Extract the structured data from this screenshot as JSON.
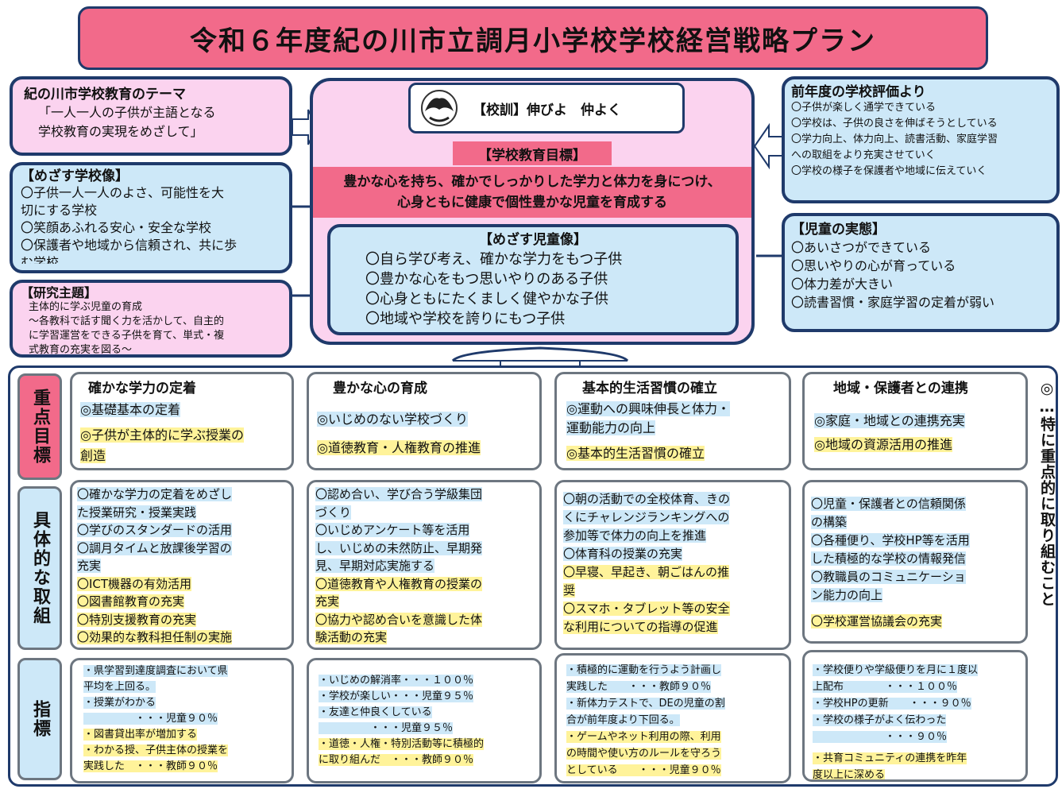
{
  "title": "令和６年度紀の川市立調月小学校学校経営戦略プラン",
  "theme": {
    "heading": "紀の川市学校教育のテーマ",
    "lines": [
      "「一人一人の子供が主語となる",
      "学校教育の実現をめざして」"
    ]
  },
  "school_image": {
    "heading": "【めざす学校像】",
    "lines": [
      "〇子供一人一人のよさ、可能性を大",
      "切にする学校",
      "〇笑顔あふれる安心・安全な学校",
      "〇保護者や地域から信頼され、共に歩",
      "む学校"
    ]
  },
  "research": {
    "heading": "【研究主題】",
    "lines": [
      "主体的に学ぶ児童の育成",
      "～各教科で話す聞く力を活かして、自主的",
      "に学習運営をできる子供を育て、単式・複",
      "式教育の充実を図る～"
    ]
  },
  "motto": {
    "label": "【校訓】伸びよ　仲よく"
  },
  "goal": {
    "heading": "【学校教育目標】",
    "lines": [
      "豊かな心を持ち、確かでしっかりした学力と体力を身につけ、",
      "心身ともに健康で個性豊かな児童を育成する"
    ]
  },
  "child_image": {
    "heading": "【めざす児童像】",
    "lines": [
      "〇自ら学び考え、確かな学力をもつ子供",
      "〇豊かな心をもつ思いやりのある子供",
      "〇心身ともにたくましく健やかな子供",
      "〇地域や学校を誇りにもつ子供"
    ]
  },
  "prev_eval": {
    "heading": "前年度の学校評価より",
    "lines": [
      "〇子供が楽しく通学できている",
      "〇学校は、子供の良さを伸ばそうとしている",
      "〇学力向上、体力向上、読書活動、家庭学習",
      "への取組をより充実させていく",
      "〇学校の様子を保護者や地域に伝えていく"
    ]
  },
  "actual": {
    "heading": "【児童の実態】",
    "lines": [
      "〇あいさつができている",
      "〇思いやりの心が育っている",
      "〇体力差が大きい",
      "〇読書習慣・家庭学習の定着が弱い"
    ]
  },
  "row_labels": {
    "focus": "重点目標",
    "actions": "具体的な取組",
    "indicators": "指標"
  },
  "side_note": "◎…特に重点的に取り組むこと",
  "columns": [
    {
      "title": "確かな学力の定着",
      "focus": [
        {
          "text": "◎基礎基本の定着",
          "hl": "b"
        },
        {
          "text": "◎子供が主体的に学ぶ授業の",
          "hl": "y"
        },
        {
          "text": "創造",
          "hl": "y"
        }
      ],
      "actions": [
        {
          "text": "〇確かな学力の定着をめざし",
          "hl": "b"
        },
        {
          "text": "た授業研究・授業実践",
          "hl": "b"
        },
        {
          "text": "〇学びのスタンダードの活用",
          "hl": "b"
        },
        {
          "text": "〇調月タイムと放課後学習の",
          "hl": "b"
        },
        {
          "text": "充実",
          "hl": "b"
        },
        {
          "text": "〇ICT機器の有効活用",
          "hl": "y"
        },
        {
          "text": "〇図書館教育の充実",
          "hl": "y"
        },
        {
          "text": "〇特別支援教育の充実",
          "hl": "y"
        },
        {
          "text": "〇効果的な教科担任制の実施",
          "hl": "y"
        }
      ],
      "indicators": [
        {
          "text": "・県学習到達度調査において県",
          "hl": "b"
        },
        {
          "text": "平均を上回る。",
          "hl": "b"
        },
        {
          "text": "・授業がわかる",
          "hl": "b"
        },
        {
          "text": "　　　　　・・・児童９０％",
          "hl": "b"
        },
        {
          "text": "・図書貸出率が増加する",
          "hl": "y"
        },
        {
          "text": "・わかる授、子供主体の授業を",
          "hl": "y"
        },
        {
          "text": "実践した　・・・教師９０％",
          "hl": "y"
        }
      ]
    },
    {
      "title": "豊かな心の育成",
      "focus": [
        {
          "text": "◎いじめのない学校づくり",
          "hl": "b"
        },
        {
          "text": "◎道徳教育・人権教育の推進",
          "hl": "y"
        }
      ],
      "actions": [
        {
          "text": "〇認め合い、学び合う学級集団",
          "hl": "b"
        },
        {
          "text": "づくり",
          "hl": "b"
        },
        {
          "text": "〇いじめアンケート等を活用",
          "hl": "b"
        },
        {
          "text": "し、いじめの未然防止、早期発",
          "hl": "b"
        },
        {
          "text": "見、早期対応実施する",
          "hl": "b"
        },
        {
          "text": "〇道徳教育や人権教育の授業の",
          "hl": "y"
        },
        {
          "text": "充実",
          "hl": "y"
        },
        {
          "text": "〇協力や認め合いを意識した体",
          "hl": "y"
        },
        {
          "text": "験活動の充実",
          "hl": "y"
        }
      ],
      "indicators": [
        {
          "text": "・いじめの解消率・・・１００％",
          "hl": "b"
        },
        {
          "text": "・学校が楽しい・・・児童９５％",
          "hl": "b"
        },
        {
          "text": "・友達と仲良くしている",
          "hl": "b"
        },
        {
          "text": "　　　　　・・・児童９５％",
          "hl": "b"
        },
        {
          "text": "・道徳・人権・特別活動等に積極的",
          "hl": "y"
        },
        {
          "text": "に取り組んだ　・・・教師９０％",
          "hl": "y"
        }
      ]
    },
    {
      "title": "基本的生活習慣の確立",
      "focus": [
        {
          "text": "◎運動への興味伸長と体力・",
          "hl": "b"
        },
        {
          "text": "運動能力の向上",
          "hl": "b"
        },
        {
          "text": "◎基本的生活習慣の確立",
          "hl": "y"
        }
      ],
      "actions": [
        {
          "text": "〇朝の活動での全校体育、きの",
          "hl": "b"
        },
        {
          "text": "くにチャレンジランキングへの",
          "hl": "b"
        },
        {
          "text": "参加等で体力の向上を推進",
          "hl": "b"
        },
        {
          "text": "〇体育科の授業の充実",
          "hl": "b"
        },
        {
          "text": "〇早寝、早起き、朝ごはんの推",
          "hl": "y"
        },
        {
          "text": "奨",
          "hl": "y"
        },
        {
          "text": "〇スマホ・タブレット等の安全",
          "hl": "y"
        },
        {
          "text": "な利用についての指導の促進",
          "hl": "y"
        }
      ],
      "indicators": [
        {
          "text": "・積極的に運動を行うよう計画し",
          "hl": "b"
        },
        {
          "text": "実践した　　・・・教師９０％",
          "hl": "b"
        },
        {
          "text": "・新体力テストで、DEの児童の割",
          "hl": "b"
        },
        {
          "text": "合が前年度より下回る。",
          "hl": "b"
        },
        {
          "text": "・ゲームやネット利用の際、利用",
          "hl": "y"
        },
        {
          "text": "の時間や使い方のルールを守ろう",
          "hl": "y"
        },
        {
          "text": "としている　　・・・児童９０％",
          "hl": "y"
        }
      ]
    },
    {
      "title": "地域・保護者との連携",
      "focus": [
        {
          "text": "◎家庭・地域との連携充実",
          "hl": "b"
        },
        {
          "text": "◎地域の資源活用の推進",
          "hl": "y"
        }
      ],
      "actions": [
        {
          "text": "〇児童・保護者との信頼関係",
          "hl": "b"
        },
        {
          "text": "の構築",
          "hl": "b"
        },
        {
          "text": "〇各種便り、学校HP等を活用",
          "hl": "b"
        },
        {
          "text": "した積極的な学校の情報発信",
          "hl": "b"
        },
        {
          "text": "〇教職員のコミュニケーショ",
          "hl": "b"
        },
        {
          "text": "ン能力の向上",
          "hl": "b"
        },
        {
          "text": "〇学校運営協議会の充実",
          "hl": "y"
        }
      ],
      "indicators": [
        {
          "text": "・学校便りや学級便りを月に１度以",
          "hl": "b"
        },
        {
          "text": "上配布　　　　・・・１００％",
          "hl": "b"
        },
        {
          "text": "・学校HPの更新　　・・・９０％",
          "hl": "b"
        },
        {
          "text": "・学校の様子がよく伝わった",
          "hl": "b"
        },
        {
          "text": "　　　　　　　・・・９０％",
          "hl": "b"
        },
        {
          "text": "・共育コミュニティの連携を昨年",
          "hl": "y"
        },
        {
          "text": "度以上に深める",
          "hl": "y"
        }
      ]
    }
  ],
  "colors": {
    "pink": "#f26a8a",
    "light_pink": "#fbd3ef",
    "light_blue": "#cde8f8",
    "yellow": "#fff39a",
    "navy": "#1f3a6b"
  }
}
